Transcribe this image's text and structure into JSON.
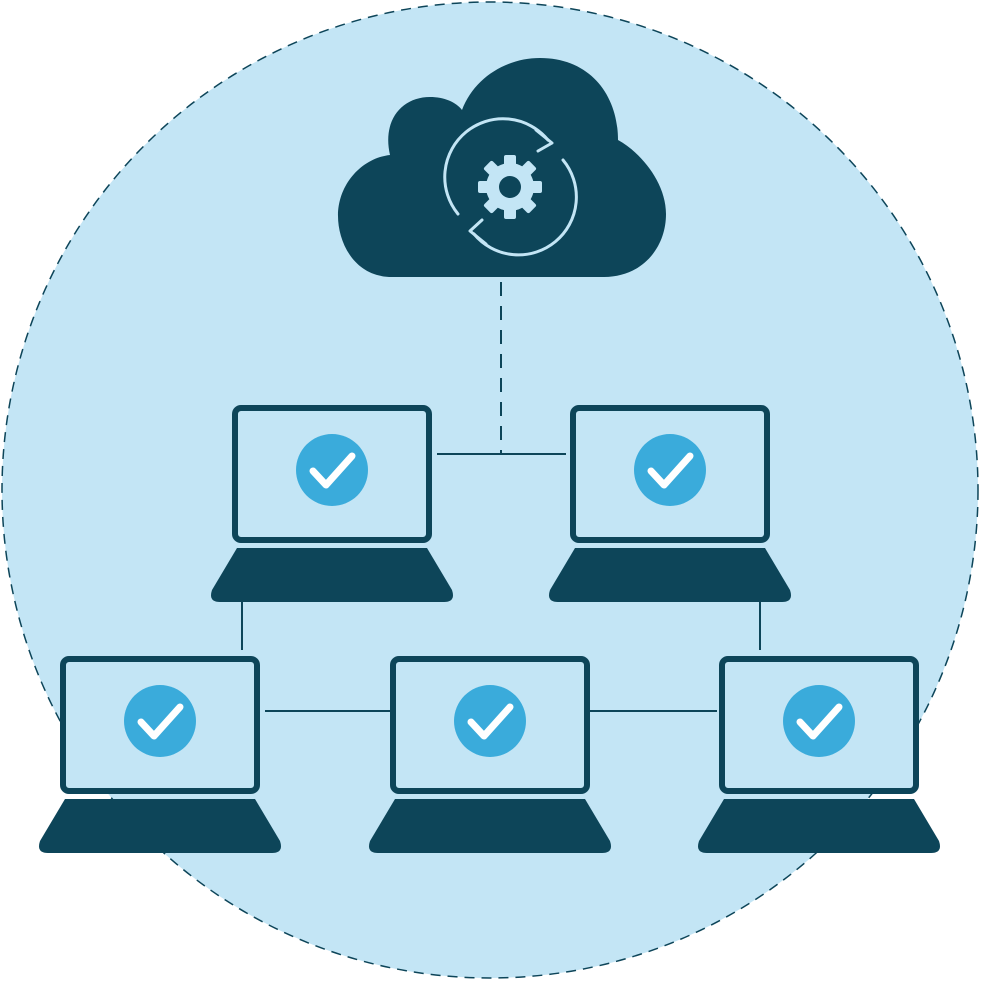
{
  "diagram": {
    "colors": {
      "background_circle": "#C3E5F5",
      "dark": "#0D4559",
      "screen": "#C3E5F5",
      "check_circle": "#3AABDB",
      "check_mark": "#FFFFFF",
      "connector": "#0D4559"
    },
    "icons": {
      "cloud": "cloud-icon",
      "sync": "sync-arrows-icon",
      "gear": "gear-icon",
      "laptop": "laptop-icon",
      "check": "checkmark-icon"
    },
    "nodes": [
      {
        "id": "cloud",
        "kind": "cloud",
        "icon": "sync-gear"
      },
      {
        "id": "laptop-1",
        "kind": "laptop",
        "status": "check"
      },
      {
        "id": "laptop-2",
        "kind": "laptop",
        "status": "check"
      },
      {
        "id": "laptop-3",
        "kind": "laptop",
        "status": "check"
      },
      {
        "id": "laptop-4",
        "kind": "laptop",
        "status": "check"
      },
      {
        "id": "laptop-5",
        "kind": "laptop",
        "status": "check"
      }
    ],
    "connections": [
      {
        "from": "cloud",
        "to": "laptop-1",
        "style": "dashed"
      },
      {
        "from": "cloud",
        "to": "laptop-2",
        "style": "dashed"
      },
      {
        "from": "laptop-1",
        "to": "laptop-3",
        "style": "solid"
      },
      {
        "from": "laptop-2",
        "to": "laptop-5",
        "style": "solid"
      },
      {
        "from": "laptop-3",
        "to": "laptop-4",
        "style": "solid"
      },
      {
        "from": "laptop-4",
        "to": "laptop-5",
        "style": "solid"
      }
    ]
  }
}
